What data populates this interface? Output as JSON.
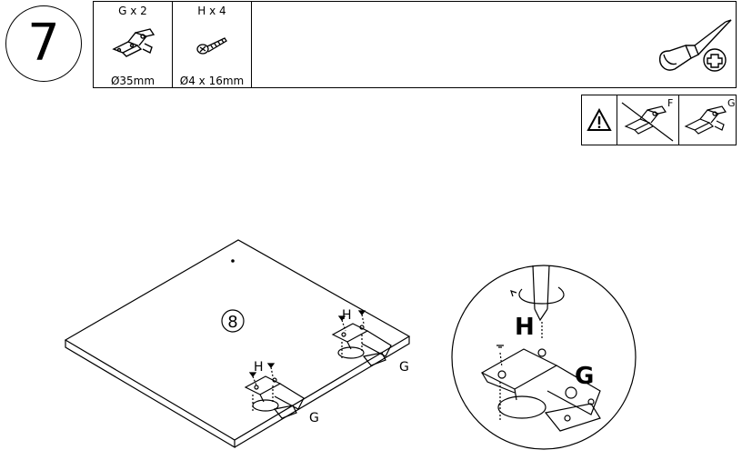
{
  "step": {
    "number": "7"
  },
  "parts": [
    {
      "qty_label": "G x 2",
      "size": "Ø35mm",
      "icon": "hinge-icon"
    },
    {
      "qty_label": "H x 4",
      "size": "Ø4 x 16mm",
      "icon": "screw-icon"
    }
  ],
  "tool": {
    "icon": "phillips-screwdriver-icon"
  },
  "warning": {
    "icon": "warning-triangle-icon",
    "wrong_label": "F",
    "right_label": "G"
  },
  "illustration": {
    "panel_number": "8",
    "callout_h_1": "H",
    "callout_g_1": "G",
    "callout_h_2": "H",
    "callout_g_2": "G",
    "zoom_h": "H",
    "zoom_g": "G"
  }
}
